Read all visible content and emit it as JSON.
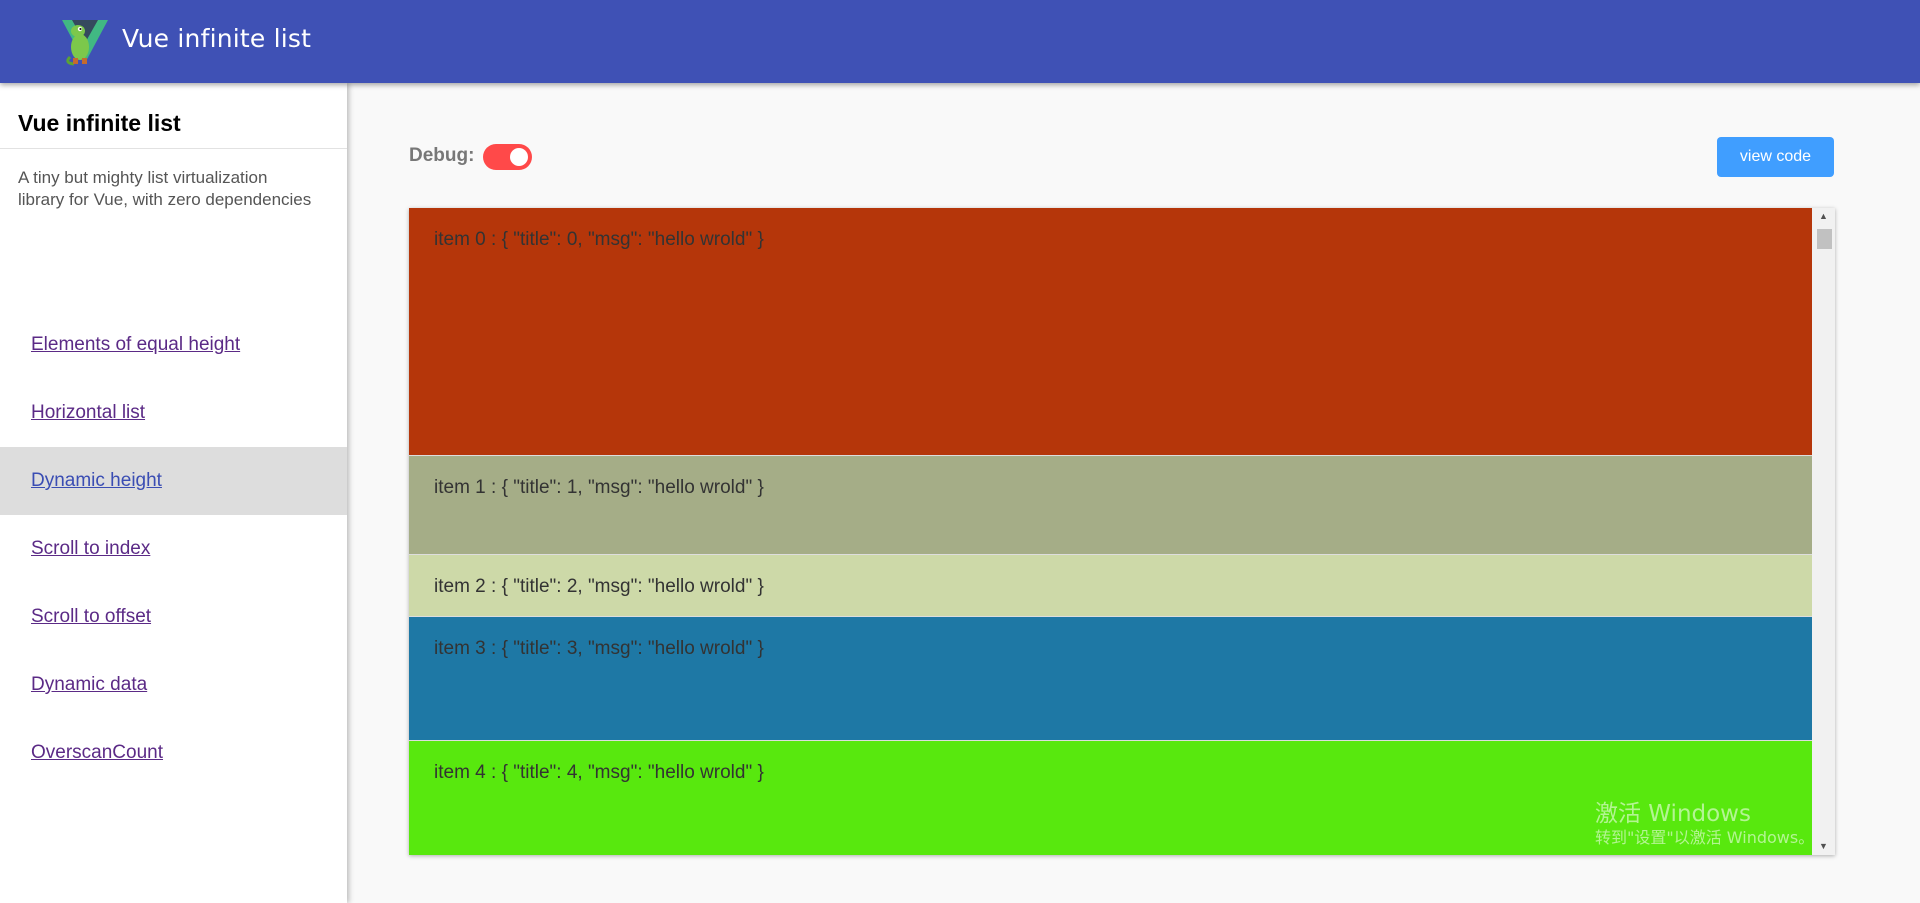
{
  "header": {
    "title": "Vue infinite list",
    "logo_icon": "vue-dinosaur-logo-icon"
  },
  "sidebar": {
    "title": "Vue infinite list",
    "description": "A tiny but mighty list virtualization library for Vue, with zero dependencies",
    "items": [
      {
        "label": "Elements of equal height",
        "active": false
      },
      {
        "label": "Horizontal list",
        "active": false
      },
      {
        "label": "Dynamic height",
        "active": true
      },
      {
        "label": "Scroll to index",
        "active": false
      },
      {
        "label": "Scroll to offset",
        "active": false
      },
      {
        "label": "Dynamic data",
        "active": false
      },
      {
        "label": "OverscanCount",
        "active": false
      }
    ]
  },
  "toolbar": {
    "debug_label": "Debug:",
    "debug_on": true,
    "view_code_label": "view code"
  },
  "list": {
    "items": [
      {
        "text": "item 0 : { \"title\": 0, \"msg\": \"hello wrold\" }",
        "color": "#b5360a"
      },
      {
        "text": "item 1 : { \"title\": 1, \"msg\": \"hello wrold\" }",
        "color": "#a5ad87"
      },
      {
        "text": "item 2 : { \"title\": 2, \"msg\": \"hello wrold\" }",
        "color": "#cdd9a8"
      },
      {
        "text": "item 3 : { \"title\": 3, \"msg\": \"hello wrold\" }",
        "color": "#1e78a5"
      },
      {
        "text": "item 4 : { \"title\": 4, \"msg\": \"hello wrold\" }",
        "color": "#58e80e"
      }
    ]
  },
  "watermark": {
    "line1": "激活 Windows",
    "line2": "转到\"设置\"以激活 Windows。"
  },
  "colors": {
    "header_bg": "#3f51b5",
    "toggle_on": "#ff4949",
    "button_primary": "#409eff",
    "nav_active_bg": "#dddddd"
  }
}
